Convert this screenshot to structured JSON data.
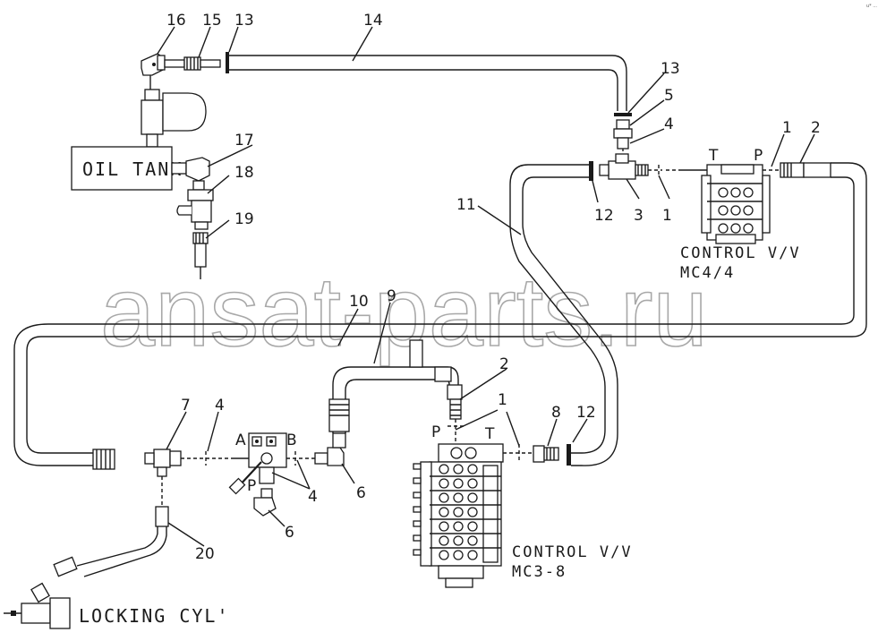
{
  "corner_mark": "u* ...",
  "watermark": "ansat-parts.ru",
  "components": {
    "oil_tank": "OIL TANK",
    "locking_cyl": "LOCKING CYL'",
    "valve_mc44": {
      "name": "CONTROL V/V",
      "model": "MC4/4",
      "port_t": "T",
      "port_p": "P"
    },
    "valve_mc38": {
      "name": "CONTROL V/V",
      "model": "MC3-8",
      "port_p": "P",
      "port_t": "T"
    },
    "small_valve": {
      "port_a": "A",
      "port_b": "B",
      "port_p": "P"
    }
  },
  "callouts": {
    "c16": "16",
    "c15": "15",
    "c13a": "13",
    "c14": "14",
    "c13b": "13",
    "c5": "5",
    "c4a": "4",
    "c1a": "1",
    "c2a": "2",
    "c17": "17",
    "c18": "18",
    "c19": "19",
    "c12a": "12",
    "c3": "3",
    "c1b": "1",
    "c11": "11",
    "c10": "10",
    "c9": "9",
    "c2b": "2",
    "c1c": "1",
    "c8": "8",
    "c12b": "12",
    "c7": "7",
    "c4b": "4",
    "c4c": "4",
    "c6a": "6",
    "c6b": "6",
    "c20": "20"
  }
}
